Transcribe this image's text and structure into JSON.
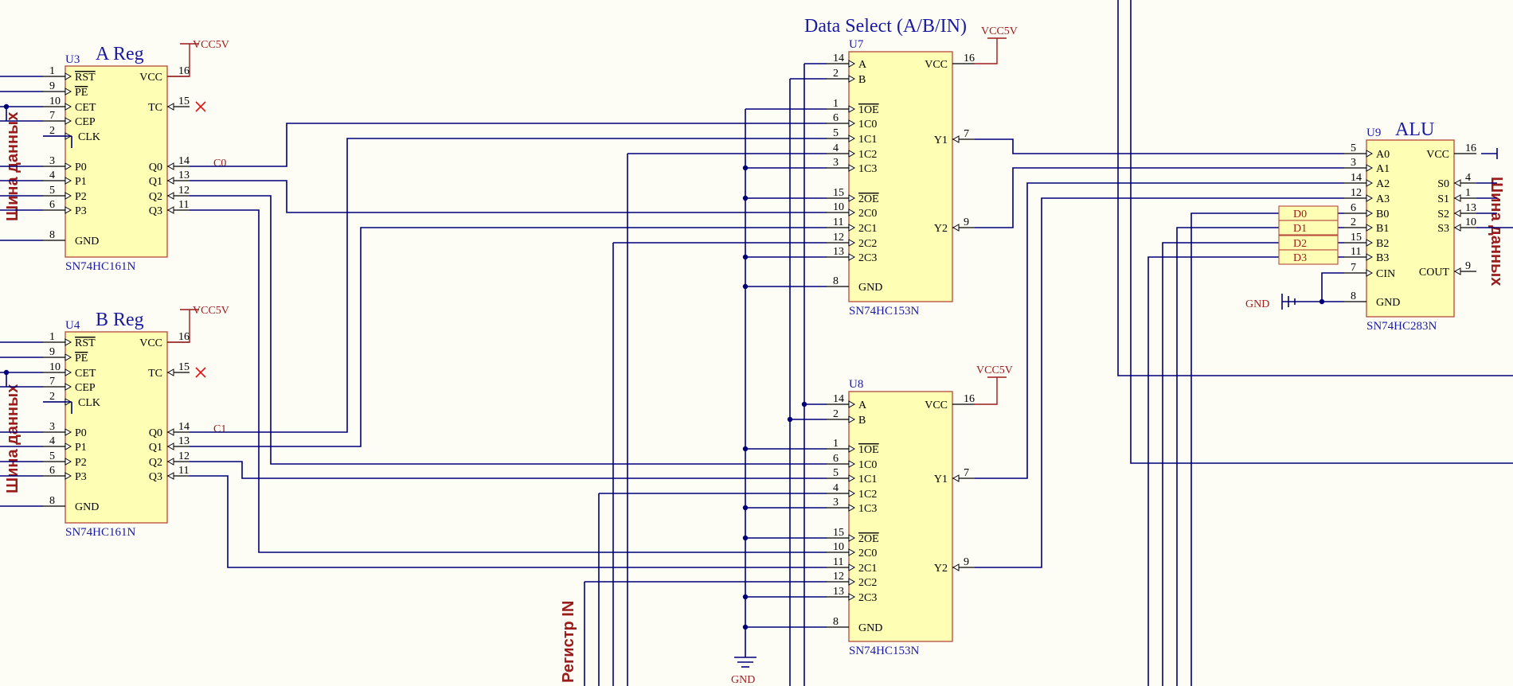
{
  "chips": {
    "u3": {
      "designator": "U3",
      "title": "A Reg",
      "part": "SN74HC161N",
      "vcc_label": "VCC5V",
      "net": "C0",
      "left_pins": [
        [
          "1",
          "RST"
        ],
        [
          "9",
          "PE"
        ],
        [
          "10",
          "CET"
        ],
        [
          "7",
          "CEP"
        ],
        [
          "2",
          "CLK"
        ],
        [
          "3",
          "P0"
        ],
        [
          "4",
          "P1"
        ],
        [
          "5",
          "P2"
        ],
        [
          "6",
          "P3"
        ],
        [
          "8",
          "GND"
        ]
      ],
      "right_pins": [
        [
          "16",
          "VCC"
        ],
        [
          "15",
          "TC"
        ],
        [
          "14",
          "Q0"
        ],
        [
          "13",
          "Q1"
        ],
        [
          "12",
          "Q2"
        ],
        [
          "11",
          "Q3"
        ]
      ]
    },
    "u4": {
      "designator": "U4",
      "title": "B Reg",
      "part": "SN74HC161N",
      "vcc_label": "VCC5V",
      "net": "C1",
      "left_pins": [
        [
          "1",
          "RST"
        ],
        [
          "9",
          "PE"
        ],
        [
          "10",
          "CET"
        ],
        [
          "7",
          "CEP"
        ],
        [
          "2",
          "CLK"
        ],
        [
          "3",
          "P0"
        ],
        [
          "4",
          "P1"
        ],
        [
          "5",
          "P2"
        ],
        [
          "6",
          "P3"
        ],
        [
          "8",
          "GND"
        ]
      ],
      "right_pins": [
        [
          "16",
          "VCC"
        ],
        [
          "15",
          "TC"
        ],
        [
          "14",
          "Q0"
        ],
        [
          "13",
          "Q1"
        ],
        [
          "12",
          "Q2"
        ],
        [
          "11",
          "Q3"
        ]
      ]
    },
    "u7": {
      "designator": "U7",
      "title": "Data Select (A/B/IN)",
      "part": "SN74HC153N",
      "vcc_label": "VCC5V",
      "left_pins": [
        [
          "14",
          "A"
        ],
        [
          "2",
          "B"
        ],
        [
          "1",
          "1OE"
        ],
        [
          "6",
          "1C0"
        ],
        [
          "5",
          "1C1"
        ],
        [
          "4",
          "1C2"
        ],
        [
          "3",
          "1C3"
        ],
        [
          "15",
          "2OE"
        ],
        [
          "10",
          "2C0"
        ],
        [
          "11",
          "2C1"
        ],
        [
          "12",
          "2C2"
        ],
        [
          "13",
          "2C3"
        ],
        [
          "8",
          "GND"
        ]
      ],
      "right_pins": [
        [
          "16",
          "VCC"
        ],
        [
          "7",
          "Y1"
        ],
        [
          "9",
          "Y2"
        ]
      ]
    },
    "u8": {
      "designator": "U8",
      "title": "",
      "part": "SN74HC153N",
      "vcc_label": "VCC5V",
      "left_pins": [
        [
          "14",
          "A"
        ],
        [
          "2",
          "B"
        ],
        [
          "1",
          "1OE"
        ],
        [
          "6",
          "1C0"
        ],
        [
          "5",
          "1C1"
        ],
        [
          "4",
          "1C2"
        ],
        [
          "3",
          "1C3"
        ],
        [
          "15",
          "2OE"
        ],
        [
          "10",
          "2C0"
        ],
        [
          "11",
          "2C1"
        ],
        [
          "12",
          "2C2"
        ],
        [
          "13",
          "2C3"
        ],
        [
          "8",
          "GND"
        ]
      ],
      "right_pins": [
        [
          "16",
          "VCC"
        ],
        [
          "7",
          "Y1"
        ],
        [
          "9",
          "Y2"
        ]
      ]
    },
    "u9": {
      "designator": "U9",
      "title": "ALU",
      "part": "SN74HC283N",
      "gnd_label": "GND",
      "left_pins": [
        [
          "5",
          "A0"
        ],
        [
          "3",
          "A1"
        ],
        [
          "14",
          "A2"
        ],
        [
          "12",
          "A3"
        ],
        [
          "6",
          "B0"
        ],
        [
          "2",
          "B1"
        ],
        [
          "15",
          "B2"
        ],
        [
          "11",
          "B3"
        ],
        [
          "7",
          "CIN"
        ],
        [
          "8",
          "GND"
        ]
      ],
      "right_pins": [
        [
          "16",
          "VCC"
        ],
        [
          "4",
          "S0"
        ],
        [
          "1",
          "S1"
        ],
        [
          "13",
          "S2"
        ],
        [
          "10",
          "S3"
        ],
        [
          "9",
          "COUT"
        ]
      ]
    }
  },
  "net_labels": [
    "D0",
    "D1",
    "D2",
    "D3"
  ],
  "ports": {
    "bus_a": "Шина данных",
    "bus_b": "Шина данных",
    "bus_right": "Шина данных",
    "reg_in": "Регистр IN"
  },
  "gnd_bottom": "GND",
  "colors": {
    "wire": "#00007a",
    "chip_fill": "#fefeb4",
    "chip_border": "#b44a3a",
    "power": "#9a1b1b",
    "title": "#1a1aa0"
  }
}
